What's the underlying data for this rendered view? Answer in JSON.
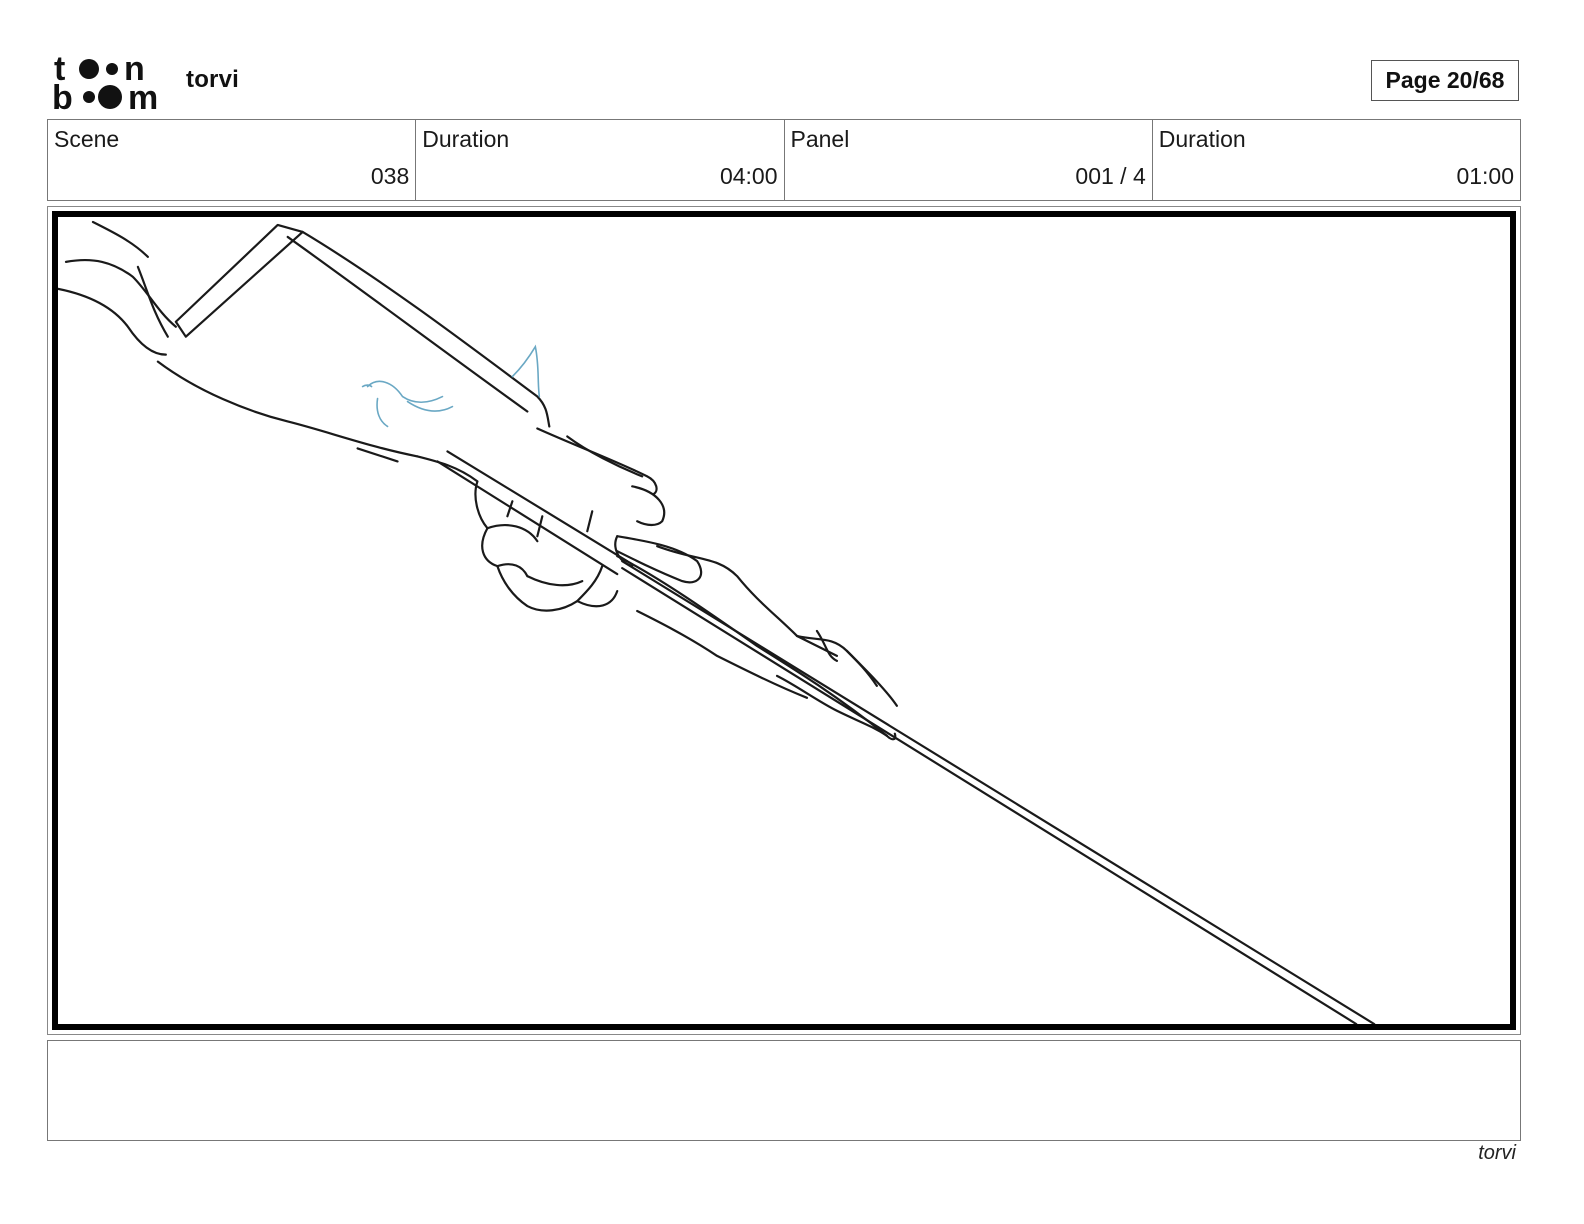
{
  "header": {
    "logo_text": "toon boom",
    "project_name": "torvi",
    "page_label": "Page 20/68"
  },
  "info": {
    "scene_label": "Scene",
    "scene_value": "038",
    "scene_duration_label": "Duration",
    "scene_duration_value": "04:00",
    "panel_label": "Panel",
    "panel_value": "001 / 4",
    "panel_duration_label": "Duration",
    "panel_duration_value": "01:00"
  },
  "panel": {
    "sketch": "rough sketch of a gloved hand gripping a long spear thrust diagonally across the frame",
    "line_color": "#1a1a1a",
    "accent_line_color": "#6aa8c4"
  },
  "notes": {
    "text": ""
  },
  "footer": {
    "project_name": "torvi"
  }
}
